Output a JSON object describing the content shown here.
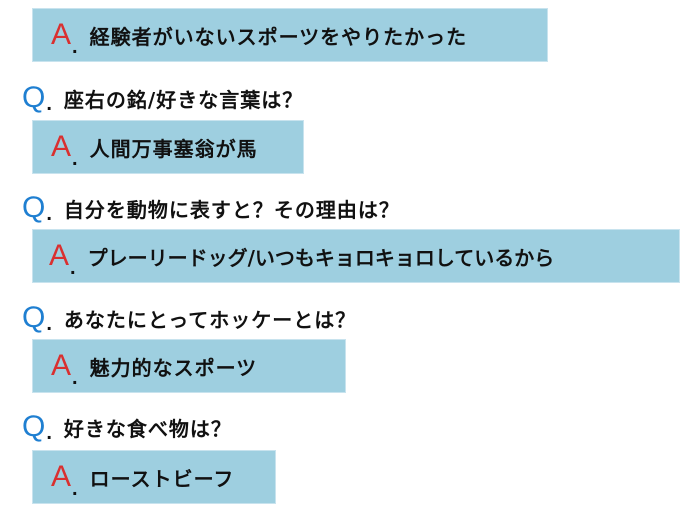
{
  "qa": [
    {
      "q_letter": "",
      "q_dot": "",
      "q_text": "",
      "a_letter": "A",
      "a_dot": ".",
      "a_text": "経験者がいないスポーツをやりたかった"
    },
    {
      "q_letter": "Q",
      "q_dot": ".",
      "q_text": "座右の銘/好きな言葉は？",
      "a_letter": "A",
      "a_dot": ".",
      "a_text": "人間万事塞翁が馬"
    },
    {
      "q_letter": "Q",
      "q_dot": ".",
      "q_text": "自分を動物に表すと？その理由は？",
      "a_letter": "A",
      "a_dot": ".",
      "a_text": "プレーリードッグ/いつもキョロキョロしているから"
    },
    {
      "q_letter": "Q",
      "q_dot": ".",
      "q_text": "あなたにとってホッケーとは？",
      "a_letter": "A",
      "a_dot": ".",
      "a_text": "魅力的なスポーツ"
    },
    {
      "q_letter": "Q",
      "q_dot": ".",
      "q_text": "好きな食べ物は？",
      "a_letter": "A",
      "a_dot": ".",
      "a_text": "ローストビーフ"
    }
  ],
  "colors": {
    "q_letter": "#1f7fd1",
    "a_letter": "#d93030",
    "answer_box": "#9ecfe0"
  }
}
